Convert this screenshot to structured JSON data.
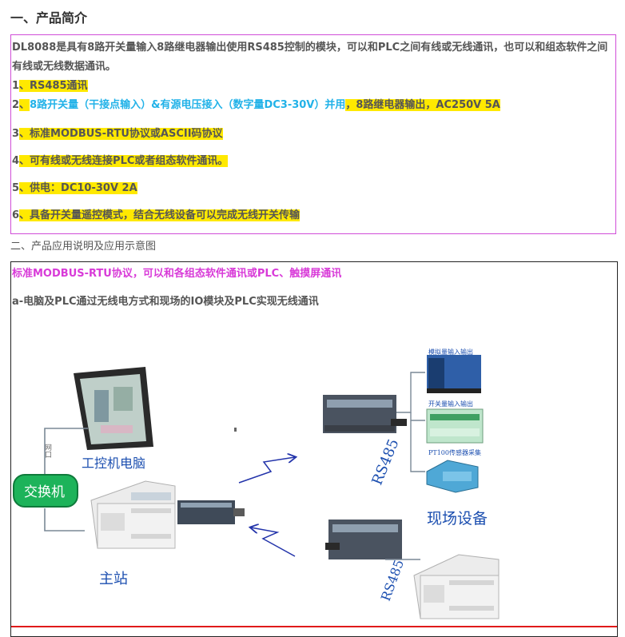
{
  "section1": {
    "title": "一、产品简介",
    "intro": "DL8088是具有8路开关量输入8路继电器输出使用RS485控制的模块，可以和PLC之间有线或无线通讯，也可以和组态软件之间有线或无线数据通讯。",
    "features": [
      {
        "num": "1",
        "parts": [
          {
            "text": "、RS485通讯",
            "style": "hl"
          }
        ]
      },
      {
        "num": "2",
        "parts": [
          {
            "text": "、",
            "style": "hl"
          },
          {
            "text": "8路开关量（干接点输入）&有源电压接入（数字量DC3-30V）并用",
            "style": "cyan"
          },
          {
            "text": "，8路继电器输出，AC250V 5A",
            "style": "hl"
          }
        ]
      },
      {
        "num": "3",
        "parts": [
          {
            "text": "、标准MODBUS-RTU协议或ASCII码协议",
            "style": "hl"
          }
        ]
      },
      {
        "num": "4",
        "parts": [
          {
            "text": "、可有线或无线连接PLC或者组态软件通讯。",
            "style": "hl"
          }
        ]
      },
      {
        "num": "5",
        "parts": [
          {
            "text": "、供电：DC10-30V  2A",
            "style": "hl"
          }
        ]
      },
      {
        "num": "6",
        "parts": [
          {
            "text": "、具备开关量遥控模式，结合无线设备可以完成无线开关传输",
            "style": "hl"
          }
        ]
      }
    ]
  },
  "section2": {
    "title": "二、产品应用说明及应用示意图",
    "protocol_note": "标准MODBUS-RTU协议，可以和各组态软件通讯或PLC、触摸屏通讯",
    "case_a": "a-电脑及PLC通过无线电方式和现场的IO模块及PLC实现无线通讯"
  },
  "diagram": {
    "ipc_label": "工控机电脑",
    "switch_label": "交换机",
    "network_port": "网口",
    "master_label": "主站",
    "rs485_top": "RS485",
    "rs485_bottom": "RS485",
    "field_label": "现场设备",
    "analog_label": "模拟量输入输出",
    "digital_label": "开关量输入输出",
    "pt100_label": "PT100传感器采集",
    "colors": {
      "switch_fill": "#1db35a",
      "arrow": "#2233aa",
      "label_blue": "#1c4fb0",
      "red_line": "#e01a1a"
    }
  }
}
